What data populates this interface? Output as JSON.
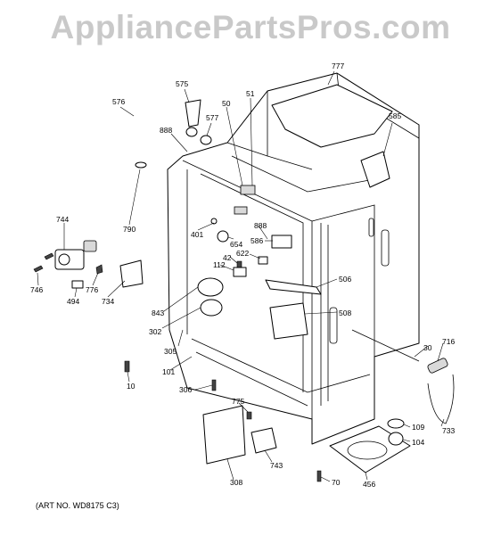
{
  "watermark": "AppliancePartsPros.com",
  "art_number": "(ART NO. WD8175 C3)",
  "callouts": {
    "c777": "777",
    "c575": "575",
    "c51": "51",
    "c576": "576",
    "c50": "50",
    "c577": "577",
    "c585": "585",
    "c888a": "888",
    "c744": "744",
    "c790": "790",
    "c401": "401",
    "c888b": "888",
    "c654": "654",
    "c586": "586",
    "c622": "622",
    "c42": "42",
    "c746": "746",
    "c776": "776",
    "c112": "112",
    "c494": "494",
    "c734": "734",
    "c506": "506",
    "c843": "843",
    "c508": "508",
    "c302": "302",
    "c305": "305",
    "c716": "716",
    "c30": "30",
    "c101": "101",
    "c10": "10",
    "c306": "306",
    "c775": "775",
    "c109": "109",
    "c733": "733",
    "c104": "104",
    "c743": "743",
    "c308": "308",
    "c70": "70",
    "c456": "456"
  }
}
